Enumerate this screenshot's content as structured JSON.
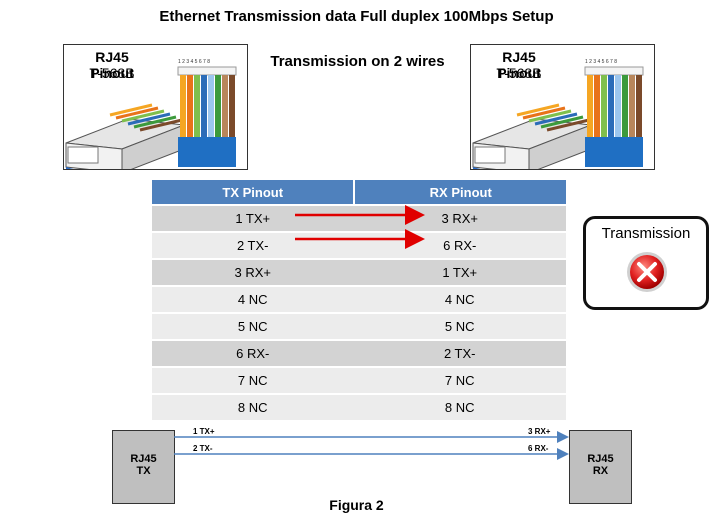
{
  "title": "Ethernet Transmission data Full duplex 100Mbps Setup",
  "subtitle": "Transmission on 2 wires",
  "connectors": [
    {
      "title": "RJ45 Pinout",
      "standard": "T-568B",
      "pin_numbers": "1 2 3 4 5 6 7 8"
    },
    {
      "title": "RJ45 Pinout",
      "standard": "T-568B",
      "pin_numbers": "1 2 3 4 5 6 7 8"
    }
  ],
  "wire_colors": [
    "#f5a623",
    "#e8731a",
    "#7fbf4d",
    "#2b6cb8",
    "#2b6cb8",
    "#3c9a3c",
    "#b8865b",
    "#7b4a2a"
  ],
  "table": {
    "headers": [
      "TX Pinout",
      "RX Pinout"
    ],
    "rows": [
      [
        "1 TX+",
        "3 RX+"
      ],
      [
        "2 TX-",
        "6 RX-"
      ],
      [
        "3 RX+",
        "1 TX+"
      ],
      [
        "4 NC",
        "4 NC"
      ],
      [
        "5 NC",
        "5 NC"
      ],
      [
        "6 RX-",
        "2 TX-"
      ],
      [
        "7 NC",
        "7 NC"
      ],
      [
        "8 NC",
        "8 NC"
      ]
    ]
  },
  "status": {
    "label": "Transmission",
    "icon": "x-fail-icon",
    "color": "#e02020"
  },
  "devices": [
    {
      "name": "RJ45",
      "role": "TX"
    },
    {
      "name": "RJ45",
      "role": "RX"
    }
  ],
  "wires": [
    {
      "from_label": "1 TX+",
      "to_label": "3 RX+"
    },
    {
      "from_label": "2 TX-",
      "to_label": "6 RX-"
    }
  ],
  "caption": "Figura 2"
}
